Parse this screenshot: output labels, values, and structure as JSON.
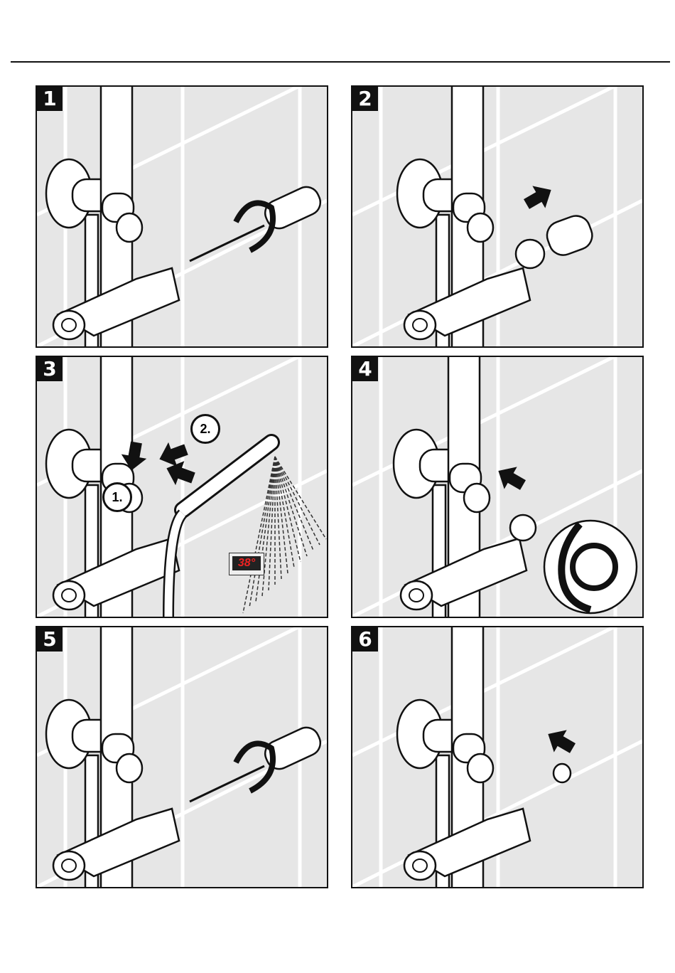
{
  "steps": [
    {
      "number": "1",
      "action": "unscrew-handle"
    },
    {
      "number": "2",
      "action": "remove-handle"
    },
    {
      "number": "3",
      "action": "set-temperature"
    },
    {
      "number": "4",
      "action": "insert-stop-ring"
    },
    {
      "number": "5",
      "action": "refit-handle"
    },
    {
      "number": "6",
      "action": "insert-cap"
    }
  ],
  "step3": {
    "callout_1": "1.",
    "callout_2": "2.",
    "thermometer_reading": "38°"
  },
  "colors": {
    "background": "#e6e6e6",
    "line": "#111111",
    "tile": "#ffffff",
    "display": "#e22222"
  }
}
